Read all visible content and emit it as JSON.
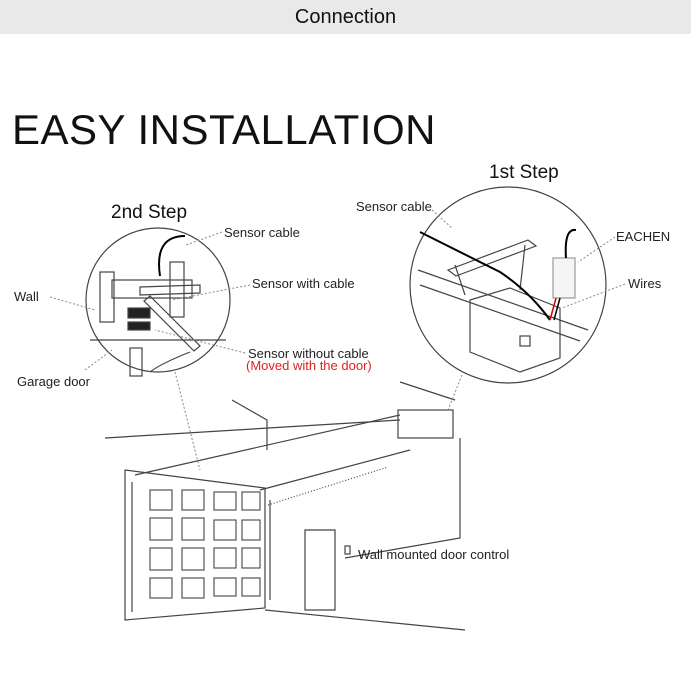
{
  "header": {
    "title": "Connection"
  },
  "headline": "EASY INSTALLATION",
  "steps": {
    "first": {
      "title": "1st Step",
      "labels": {
        "sensor_cable": "Sensor cable",
        "device": "EACHEN",
        "wires": "Wires"
      }
    },
    "second": {
      "title": "2nd Step",
      "labels": {
        "sensor_cable": "Sensor cable",
        "sensor_with_cable": "Sensor with cable",
        "wall": "Wall",
        "sensor_without_cable": "Sensor without cable",
        "moved_note": "(Moved with the door)",
        "garage_door": "Garage door"
      }
    }
  },
  "garage": {
    "wall_control_label": "Wall mounted door control"
  },
  "colors": {
    "header_bg": "#e9e9e9",
    "note_red": "#e02020",
    "line": "#333333"
  }
}
